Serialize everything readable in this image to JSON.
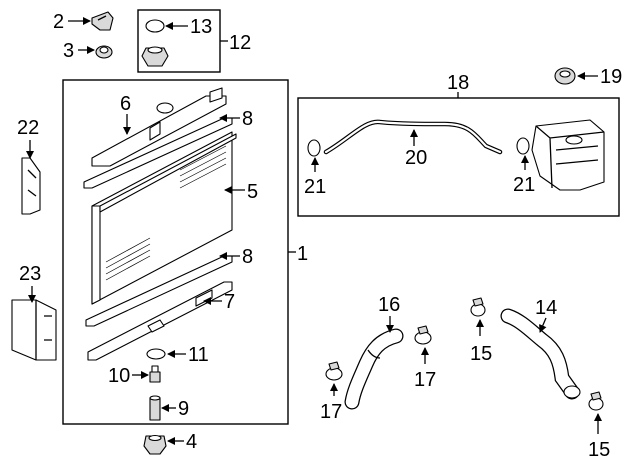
{
  "callouts": {
    "c1": "1",
    "c2": "2",
    "c3": "3",
    "c4": "4",
    "c5": "5",
    "c6": "6",
    "c7": "7",
    "c8a": "8",
    "c8b": "8",
    "c9": "9",
    "c10": "10",
    "c11": "11",
    "c12": "12",
    "c13": "13",
    "c14": "14",
    "c15a": "15",
    "c15b": "15",
    "c16": "16",
    "c17a": "17",
    "c17b": "17",
    "c18": "18",
    "c19": "19",
    "c20": "20",
    "c21a": "21",
    "c21b": "21",
    "c22": "22",
    "c23": "23"
  },
  "colors": {
    "line": "#000000",
    "part_fill": "#ffffff",
    "shade": "#d9d9d9"
  }
}
